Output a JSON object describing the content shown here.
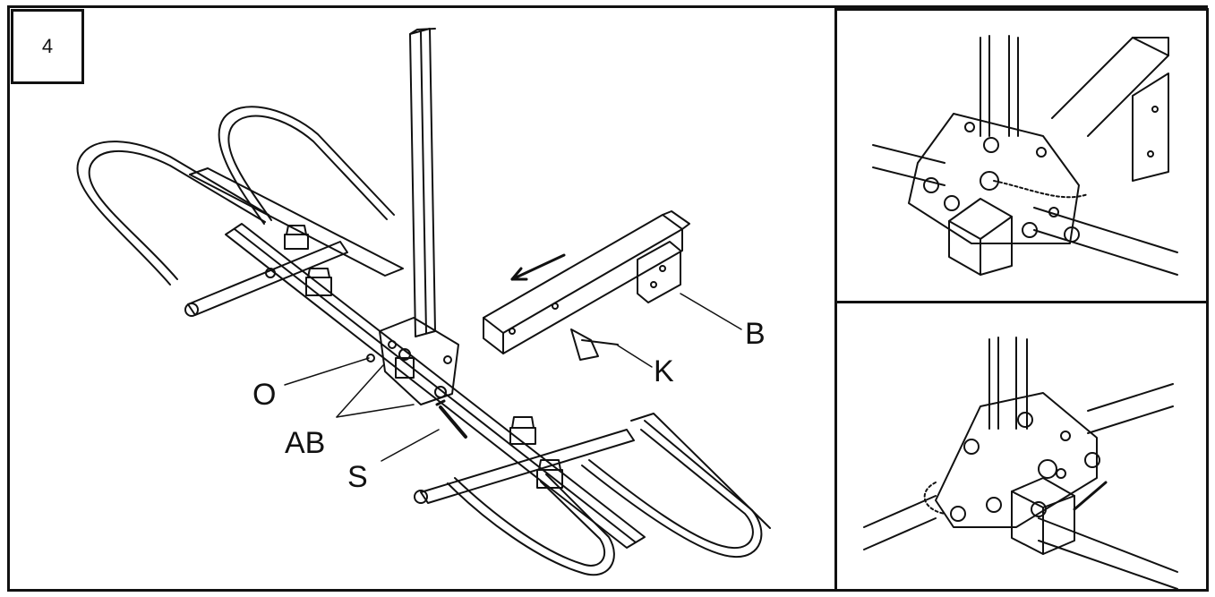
{
  "step": {
    "number": "4"
  },
  "callouts": {
    "b": "B",
    "k": "K",
    "o": "O",
    "ab": "AB",
    "s": "S"
  },
  "colors": {
    "line": "#111111",
    "paper": "#ffffff",
    "shade": "#cfcfcf"
  },
  "icons": {
    "direction": "arrow-left-icon"
  }
}
